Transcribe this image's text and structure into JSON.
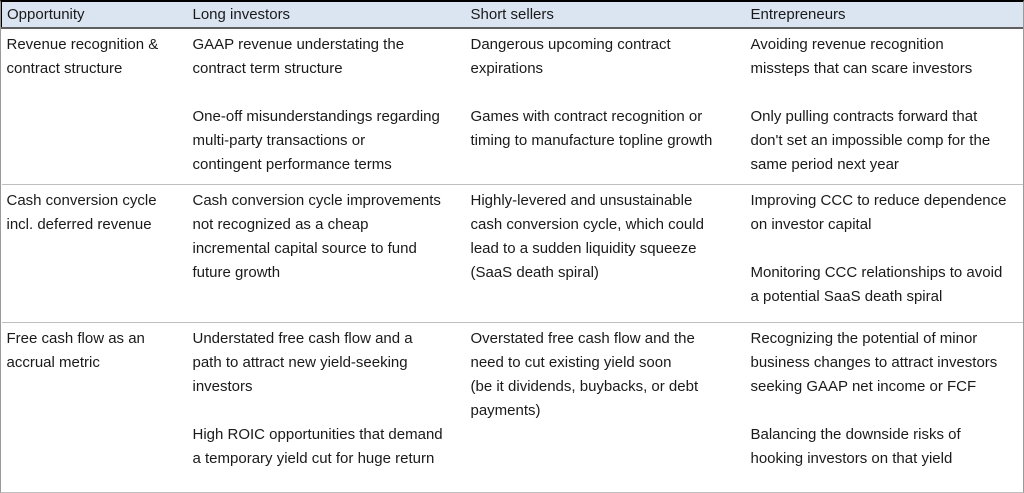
{
  "colors": {
    "header_bg": "#dbe5f1",
    "divider": "#bfbfbf",
    "text": "#1a1a1a",
    "top_border": "#000000"
  },
  "table": {
    "headers": [
      "Opportunity",
      "Long investors",
      "Short sellers",
      "Entrepreneurs"
    ],
    "rows": [
      {
        "cells": [
          [
            "Revenue recognition &\ncontract structure"
          ],
          [
            "GAAP revenue understating the\ncontract term structure",
            "One-off misunderstandings regarding\nmulti-party transactions or\ncontingent performance terms"
          ],
          [
            "Dangerous upcoming contract\nexpirations",
            "Games with contract recognition or\ntiming to manufacture topline growth"
          ],
          [
            "Avoiding revenue recognition\nmissteps that can scare investors",
            "Only pulling contracts forward that\ndon't set an impossible comp for the\nsame period next year"
          ]
        ]
      },
      {
        "cells": [
          [
            "Cash conversion cycle\nincl. deferred revenue"
          ],
          [
            "Cash conversion cycle improvements\nnot recognized as a cheap\nincremental capital source to fund\nfuture growth"
          ],
          [
            "Highly-levered and unsustainable\ncash conversion cycle, which could\nlead to a sudden liquidity squeeze\n(SaaS death spiral)"
          ],
          [
            "Improving CCC to reduce dependence\non investor capital",
            "Monitoring CCC relationships to avoid\na potential SaaS death spiral"
          ]
        ]
      },
      {
        "cells": [
          [
            "Free cash flow as an\naccrual metric"
          ],
          [
            "Understated free cash flow and a\npath to attract new yield-seeking\ninvestors",
            "High ROIC opportunities that demand\na temporary yield cut for huge return"
          ],
          [
            "Overstated free cash flow and the\nneed to cut existing yield soon\n(be it dividends, buybacks, or debt\npayments)"
          ],
          [
            "Recognizing the potential of minor\nbusiness changes to attract investors\nseeking GAAP net income or FCF",
            "Balancing the downside risks of\nhooking investors on that yield"
          ]
        ]
      }
    ]
  }
}
